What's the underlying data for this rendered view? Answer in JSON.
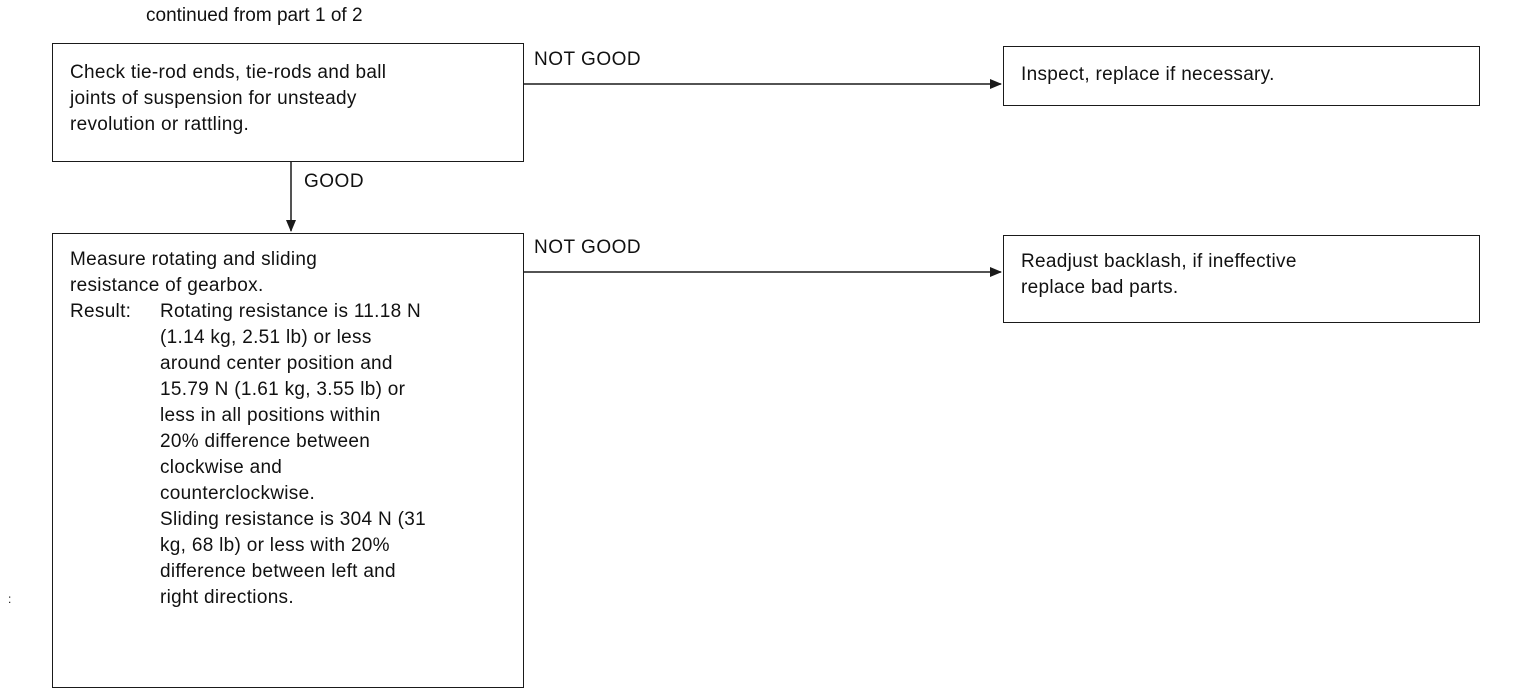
{
  "header": {
    "note": "continued from part 1 of 2"
  },
  "nodes": {
    "check": {
      "lines": [
        "Check tie-rod ends, tie-rods and ball",
        "joints of suspension for unsteady",
        "revolution or rattling."
      ]
    },
    "inspect": {
      "lines": [
        "Inspect, replace if necessary."
      ]
    },
    "measure": {
      "lines": [
        "Measure rotating and sliding",
        "resistance of gearbox."
      ],
      "result_label": "Result:",
      "result_lines": [
        "Rotating resistance is 11.18 N",
        "(1.14 kg, 2.51 lb) or less",
        "around center position and",
        "15.79 N (1.61 kg, 3.55 lb) or",
        "less in all positions within",
        "20% difference between",
        "clockwise and",
        "counterclockwise.",
        "Sliding resistance is 304 N (31",
        "kg, 68 lb) or less with 20%",
        "difference between left and",
        "right directions."
      ]
    },
    "readjust": {
      "lines": [
        "Readjust backlash, if ineffective",
        "replace bad parts."
      ]
    }
  },
  "edges": {
    "check_not_good": "NOT GOOD",
    "check_good": "GOOD",
    "measure_not_good": "NOT GOOD"
  }
}
